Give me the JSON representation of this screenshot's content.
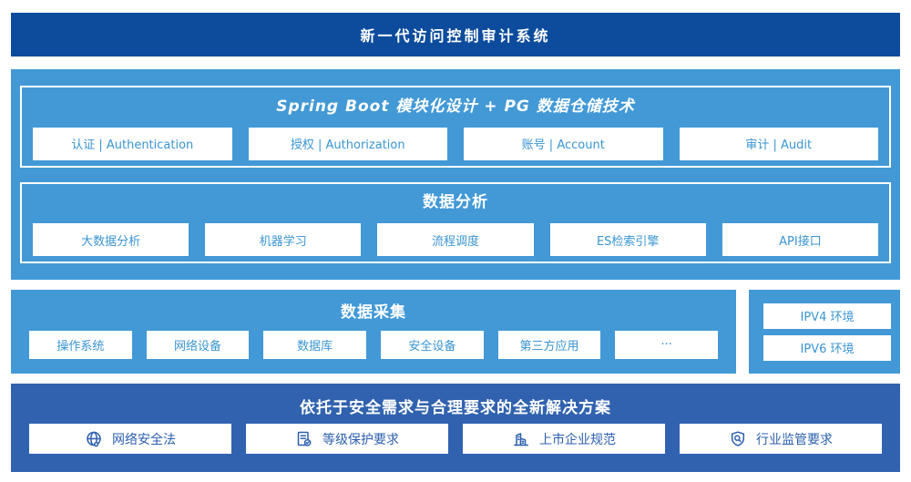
{
  "banner": {
    "title": "新一代访问控制审计系统"
  },
  "platform": {
    "modules": {
      "title": "Spring Boot 模块化设计 + PG 数据仓储技术",
      "items": [
        "认证 | Authentication",
        "授权 | Authorization",
        "账号 | Account",
        "审计 | Audit"
      ]
    },
    "analysis": {
      "title": "数据分析",
      "items": [
        "大数据分析",
        "机器学习",
        "流程调度",
        "ES检索引擎",
        "API接口"
      ]
    }
  },
  "collection": {
    "title": "数据采集",
    "items": [
      "操作系统",
      "网络设备",
      "数据库",
      "安全设备",
      "第三方应用",
      "···"
    ]
  },
  "environment": {
    "items": [
      "IPV4 环境",
      "IPV6 环境"
    ]
  },
  "solution": {
    "title": "依托于安全需求与合理要求的全新解决方案",
    "items": [
      {
        "icon": "globe-icon",
        "label": "网络安全法"
      },
      {
        "icon": "document-check-icon",
        "label": "等级保护要求"
      },
      {
        "icon": "building-icon",
        "label": "上市企业规范"
      },
      {
        "icon": "shield-magnifier-icon",
        "label": "行业监管要求"
      }
    ]
  },
  "colors": {
    "banner_blue": "#0d4c9d",
    "light_blue": "#4299d6",
    "solution_blue": "#3062af",
    "light_button_text": "#3a95d2",
    "solution_button_text": "#2c5fae",
    "white": "#ffffff"
  }
}
